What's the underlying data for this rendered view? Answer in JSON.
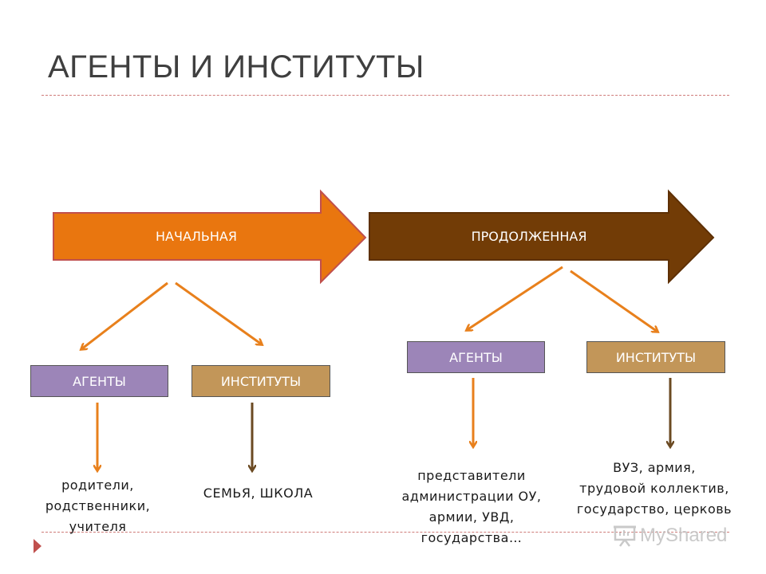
{
  "title": "АГЕНТЫ И ИНСТИТУТЫ",
  "stages": [
    {
      "label": "НАЧАЛЬНАЯ",
      "color": "#e9760f"
    },
    {
      "label": "ПРОДОЛЖЕННАЯ",
      "color": "#723c06"
    }
  ],
  "colors": {
    "arrow_orange": "#e8801c",
    "arrow_brown": "#6b4a22",
    "agent_box": "#9c85b8",
    "institute_box": "#c29659",
    "accent": "#c0504d"
  },
  "left": {
    "agents_label": "АГЕНТЫ",
    "institutes_label": "ИНСТИТУТЫ",
    "agents_text": "родители,\nродственники,\nучителя",
    "institutes_text": "СЕМЬЯ, ШКОЛА"
  },
  "right": {
    "agents_label": "АГЕНТЫ",
    "institutes_label": "ИНСТИТУТЫ",
    "agents_text": "представители\nадминистрации ОУ,\nармии, УВД,\nгосударства…",
    "institutes_text": "ВУЗ, армия,\nтрудовой коллектив,\nгосударство, церковь"
  },
  "watermark": {
    "text": "MyShared",
    "icon": "presentation-icon"
  }
}
